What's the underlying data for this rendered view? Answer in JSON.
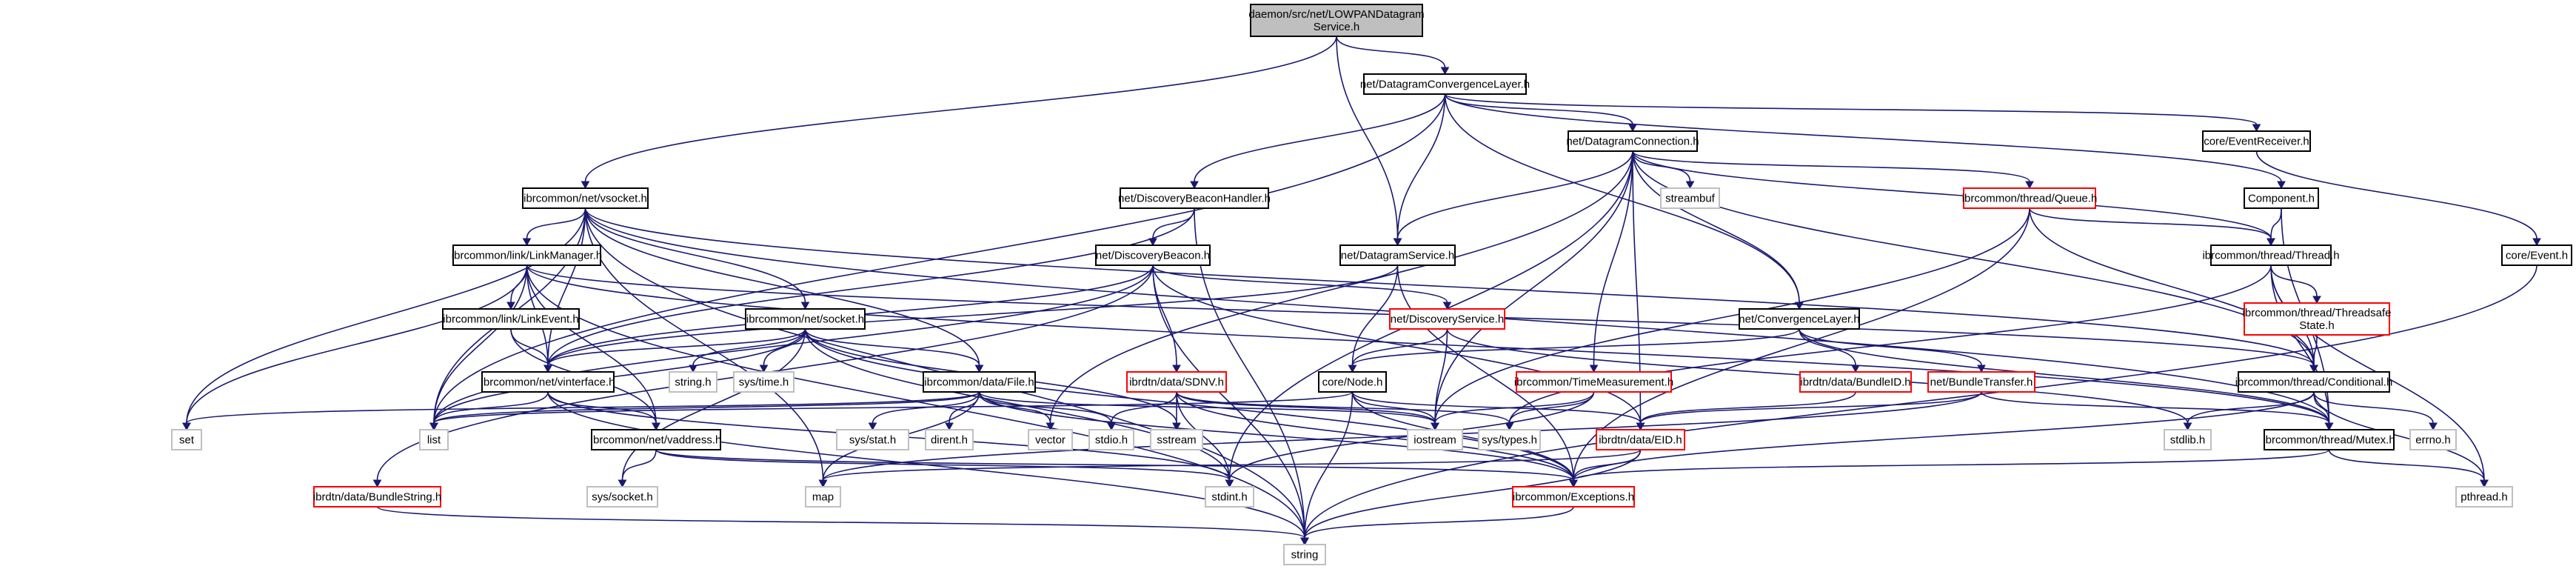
{
  "diagram": {
    "type": "include-dependency-graph",
    "root": "root",
    "colors": {
      "edge": "#191970",
      "root_fill": "#bfbfbf",
      "documented_border": "#000000",
      "external_border": "#bfbfbf",
      "undocumented_border": "#ff0000"
    },
    "nodes": [
      {
        "id": "root",
        "label": "daemon/src/net/LOWPANDatagram\nService.h",
        "kind": "root"
      },
      {
        "id": "dcl",
        "label": "net/DatagramConvergenceLayer.h",
        "kind": "documented"
      },
      {
        "id": "dconn",
        "label": "net/DatagramConnection.h",
        "kind": "documented"
      },
      {
        "id": "evrecv",
        "label": "core/EventReceiver.h",
        "kind": "documented"
      },
      {
        "id": "vsocket",
        "label": "ibrcommon/net/vsocket.h",
        "kind": "documented"
      },
      {
        "id": "dbh",
        "label": "net/DiscoveryBeaconHandler.h",
        "kind": "documented"
      },
      {
        "id": "streambuf",
        "label": "streambuf",
        "kind": "external"
      },
      {
        "id": "queue",
        "label": "ibrcommon/thread/Queue.h",
        "kind": "undocumented"
      },
      {
        "id": "component",
        "label": "Component.h",
        "kind": "documented"
      },
      {
        "id": "linkmgr",
        "label": "ibrcommon/link/LinkManager.h",
        "kind": "documented"
      },
      {
        "id": "dbeacon",
        "label": "net/DiscoveryBeacon.h",
        "kind": "documented"
      },
      {
        "id": "dservice",
        "label": "net/DatagramService.h",
        "kind": "documented"
      },
      {
        "id": "thread",
        "label": "ibrcommon/thread/Thread.h",
        "kind": "documented"
      },
      {
        "id": "event",
        "label": "core/Event.h",
        "kind": "documented"
      },
      {
        "id": "tsstate",
        "label": "ibrcommon/thread/Threadsafe\nState.h",
        "kind": "undocumented"
      },
      {
        "id": "linkevent",
        "label": "ibrcommon/link/LinkEvent.h",
        "kind": "documented"
      },
      {
        "id": "socket",
        "label": "ibrcommon/net/socket.h",
        "kind": "documented"
      },
      {
        "id": "discservice",
        "label": "net/DiscoveryService.h",
        "kind": "undocumented"
      },
      {
        "id": "cl",
        "label": "net/ConvergenceLayer.h",
        "kind": "documented"
      },
      {
        "id": "vinterface",
        "label": "ibrcommon/net/vinterface.h",
        "kind": "documented"
      },
      {
        "id": "stringh",
        "label": "string.h",
        "kind": "external"
      },
      {
        "id": "systime",
        "label": "sys/time.h",
        "kind": "external"
      },
      {
        "id": "file",
        "label": "ibrcommon/data/File.h",
        "kind": "documented"
      },
      {
        "id": "sdnv",
        "label": "ibrdtn/data/SDNV.h",
        "kind": "undocumented"
      },
      {
        "id": "node",
        "label": "core/Node.h",
        "kind": "documented"
      },
      {
        "id": "timemeas",
        "label": "ibrcommon/TimeMeasurement.h",
        "kind": "undocumented"
      },
      {
        "id": "bundleid",
        "label": "ibrdtn/data/BundleID.h",
        "kind": "undocumented"
      },
      {
        "id": "btransfer",
        "label": "net/BundleTransfer.h",
        "kind": "undocumented"
      },
      {
        "id": "conditional",
        "label": "ibrcommon/thread/Conditional.h",
        "kind": "documented"
      },
      {
        "id": "set",
        "label": "set",
        "kind": "external"
      },
      {
        "id": "list",
        "label": "list",
        "kind": "external"
      },
      {
        "id": "vaddress",
        "label": "ibrcommon/net/vaddress.h",
        "kind": "documented"
      },
      {
        "id": "sysstat",
        "label": "sys/stat.h",
        "kind": "external"
      },
      {
        "id": "dirent",
        "label": "dirent.h",
        "kind": "external"
      },
      {
        "id": "vector",
        "label": "vector",
        "kind": "external"
      },
      {
        "id": "stdio",
        "label": "stdio.h",
        "kind": "external"
      },
      {
        "id": "sstream",
        "label": "sstream",
        "kind": "external"
      },
      {
        "id": "iostream",
        "label": "iostream",
        "kind": "external"
      },
      {
        "id": "systypes",
        "label": "sys/types.h",
        "kind": "external"
      },
      {
        "id": "eid",
        "label": "ibrdtn/data/EID.h",
        "kind": "undocumented"
      },
      {
        "id": "stdlib",
        "label": "stdlib.h",
        "kind": "external"
      },
      {
        "id": "mutex",
        "label": "ibrcommon/thread/Mutex.h",
        "kind": "documented"
      },
      {
        "id": "errno",
        "label": "errno.h",
        "kind": "external"
      },
      {
        "id": "bundlestring",
        "label": "ibrdtn/data/BundleString.h",
        "kind": "undocumented"
      },
      {
        "id": "syssocket",
        "label": "sys/socket.h",
        "kind": "external"
      },
      {
        "id": "map",
        "label": "map",
        "kind": "external"
      },
      {
        "id": "stdint",
        "label": "stdint.h",
        "kind": "external"
      },
      {
        "id": "exceptions",
        "label": "ibrcommon/Exceptions.h",
        "kind": "undocumented"
      },
      {
        "id": "pthread",
        "label": "pthread.h",
        "kind": "external"
      },
      {
        "id": "string",
        "label": "string",
        "kind": "external"
      }
    ],
    "edges": [
      [
        "root",
        "dcl"
      ],
      [
        "root",
        "vsocket"
      ],
      [
        "root",
        "dservice"
      ],
      [
        "dcl",
        "dconn"
      ],
      [
        "dcl",
        "evrecv"
      ],
      [
        "dcl",
        "dbh"
      ],
      [
        "dcl",
        "dservice"
      ],
      [
        "dcl",
        "cl"
      ],
      [
        "dcl",
        "component"
      ],
      [
        "dcl",
        "list"
      ],
      [
        "dconn",
        "streambuf"
      ],
      [
        "dconn",
        "queue"
      ],
      [
        "dconn",
        "dservice"
      ],
      [
        "dconn",
        "cl"
      ],
      [
        "dconn",
        "thread"
      ],
      [
        "dconn",
        "conditional"
      ],
      [
        "dconn",
        "timemeas"
      ],
      [
        "dconn",
        "iostream"
      ],
      [
        "dconn",
        "stdint"
      ],
      [
        "dconn",
        "vector"
      ],
      [
        "dconn",
        "eid"
      ],
      [
        "evrecv",
        "event"
      ],
      [
        "vsocket",
        "linkmgr"
      ],
      [
        "vsocket",
        "socket"
      ],
      [
        "vsocket",
        "vinterface"
      ],
      [
        "vsocket",
        "file"
      ],
      [
        "vsocket",
        "set"
      ],
      [
        "vsocket",
        "list"
      ],
      [
        "vsocket",
        "map"
      ],
      [
        "vsocket",
        "string"
      ],
      [
        "vsocket",
        "mutex"
      ],
      [
        "vsocket",
        "conditional"
      ],
      [
        "dbh",
        "dbeacon"
      ],
      [
        "dbh",
        "vinterface"
      ],
      [
        "dbh",
        "string"
      ],
      [
        "queue",
        "thread"
      ],
      [
        "queue",
        "conditional"
      ],
      [
        "queue",
        "exceptions"
      ],
      [
        "queue",
        "iostream"
      ],
      [
        "component",
        "thread"
      ],
      [
        "component",
        "mutex"
      ],
      [
        "linkmgr",
        "linkevent"
      ],
      [
        "linkmgr",
        "vinterface"
      ],
      [
        "linkmgr",
        "vaddress"
      ],
      [
        "linkmgr",
        "set"
      ],
      [
        "linkmgr",
        "list"
      ],
      [
        "linkmgr",
        "string"
      ],
      [
        "linkmgr",
        "mutex"
      ],
      [
        "linkmgr",
        "conditional"
      ],
      [
        "dbeacon",
        "sdnv"
      ],
      [
        "dbeacon",
        "discservice"
      ],
      [
        "dbeacon",
        "bundlestring"
      ],
      [
        "dbeacon",
        "list"
      ],
      [
        "dbeacon",
        "eid"
      ],
      [
        "dbeacon",
        "vinterface"
      ],
      [
        "dbeacon",
        "string"
      ],
      [
        "dservice",
        "node"
      ],
      [
        "dservice",
        "vinterface"
      ],
      [
        "dservice",
        "exceptions"
      ],
      [
        "thread",
        "tsstate"
      ],
      [
        "thread",
        "conditional"
      ],
      [
        "thread",
        "mutex"
      ],
      [
        "thread",
        "pthread"
      ],
      [
        "thread",
        "systypes"
      ],
      [
        "event",
        "string"
      ],
      [
        "tsstate",
        "conditional"
      ],
      [
        "linkevent",
        "vinterface"
      ],
      [
        "linkevent",
        "vaddress"
      ],
      [
        "socket",
        "vinterface"
      ],
      [
        "socket",
        "stringh"
      ],
      [
        "socket",
        "systime"
      ],
      [
        "socket",
        "file"
      ],
      [
        "socket",
        "list"
      ],
      [
        "socket",
        "syssocket"
      ],
      [
        "socket",
        "sstream"
      ],
      [
        "socket",
        "stdint"
      ],
      [
        "socket",
        "exceptions"
      ],
      [
        "discservice",
        "node"
      ],
      [
        "discservice",
        "iostream"
      ],
      [
        "discservice",
        "stdlib"
      ],
      [
        "cl",
        "node"
      ],
      [
        "cl",
        "bundleid"
      ],
      [
        "cl",
        "btransfer"
      ],
      [
        "cl",
        "mutex"
      ],
      [
        "vinterface",
        "list"
      ],
      [
        "vinterface",
        "vaddress"
      ],
      [
        "vinterface",
        "string"
      ],
      [
        "vinterface",
        "stdint"
      ],
      [
        "file",
        "sysstat"
      ],
      [
        "file",
        "dirent"
      ],
      [
        "file",
        "vector"
      ],
      [
        "file",
        "stdio"
      ],
      [
        "file",
        "list"
      ],
      [
        "file",
        "set"
      ],
      [
        "file",
        "iostream"
      ],
      [
        "file",
        "exceptions"
      ],
      [
        "file",
        "map"
      ],
      [
        "sdnv",
        "stdio"
      ],
      [
        "sdnv",
        "sstream"
      ],
      [
        "sdnv",
        "stdint"
      ],
      [
        "sdnv",
        "iostream"
      ],
      [
        "sdnv",
        "exceptions"
      ],
      [
        "sdnv",
        "systypes"
      ],
      [
        "node",
        "iostream"
      ],
      [
        "node",
        "string"
      ],
      [
        "node",
        "list"
      ],
      [
        "node",
        "eid"
      ],
      [
        "node",
        "exceptions"
      ],
      [
        "timemeas",
        "iostream"
      ],
      [
        "timemeas",
        "systypes"
      ],
      [
        "timemeas",
        "stdint"
      ],
      [
        "bundleid",
        "eid"
      ],
      [
        "btransfer",
        "eid"
      ],
      [
        "btransfer",
        "mutex"
      ],
      [
        "btransfer",
        "map"
      ],
      [
        "conditional",
        "mutex"
      ],
      [
        "conditional",
        "stdlib"
      ],
      [
        "conditional",
        "errno"
      ],
      [
        "conditional",
        "pthread"
      ],
      [
        "conditional",
        "exceptions"
      ],
      [
        "vaddress",
        "syssocket"
      ],
      [
        "vaddress",
        "stdint"
      ],
      [
        "vaddress",
        "exceptions"
      ],
      [
        "eid",
        "exceptions"
      ],
      [
        "eid",
        "string"
      ],
      [
        "eid",
        "map"
      ],
      [
        "mutex",
        "pthread"
      ],
      [
        "mutex",
        "exceptions"
      ],
      [
        "bundlestring",
        "string"
      ],
      [
        "exceptions",
        "string"
      ]
    ]
  }
}
